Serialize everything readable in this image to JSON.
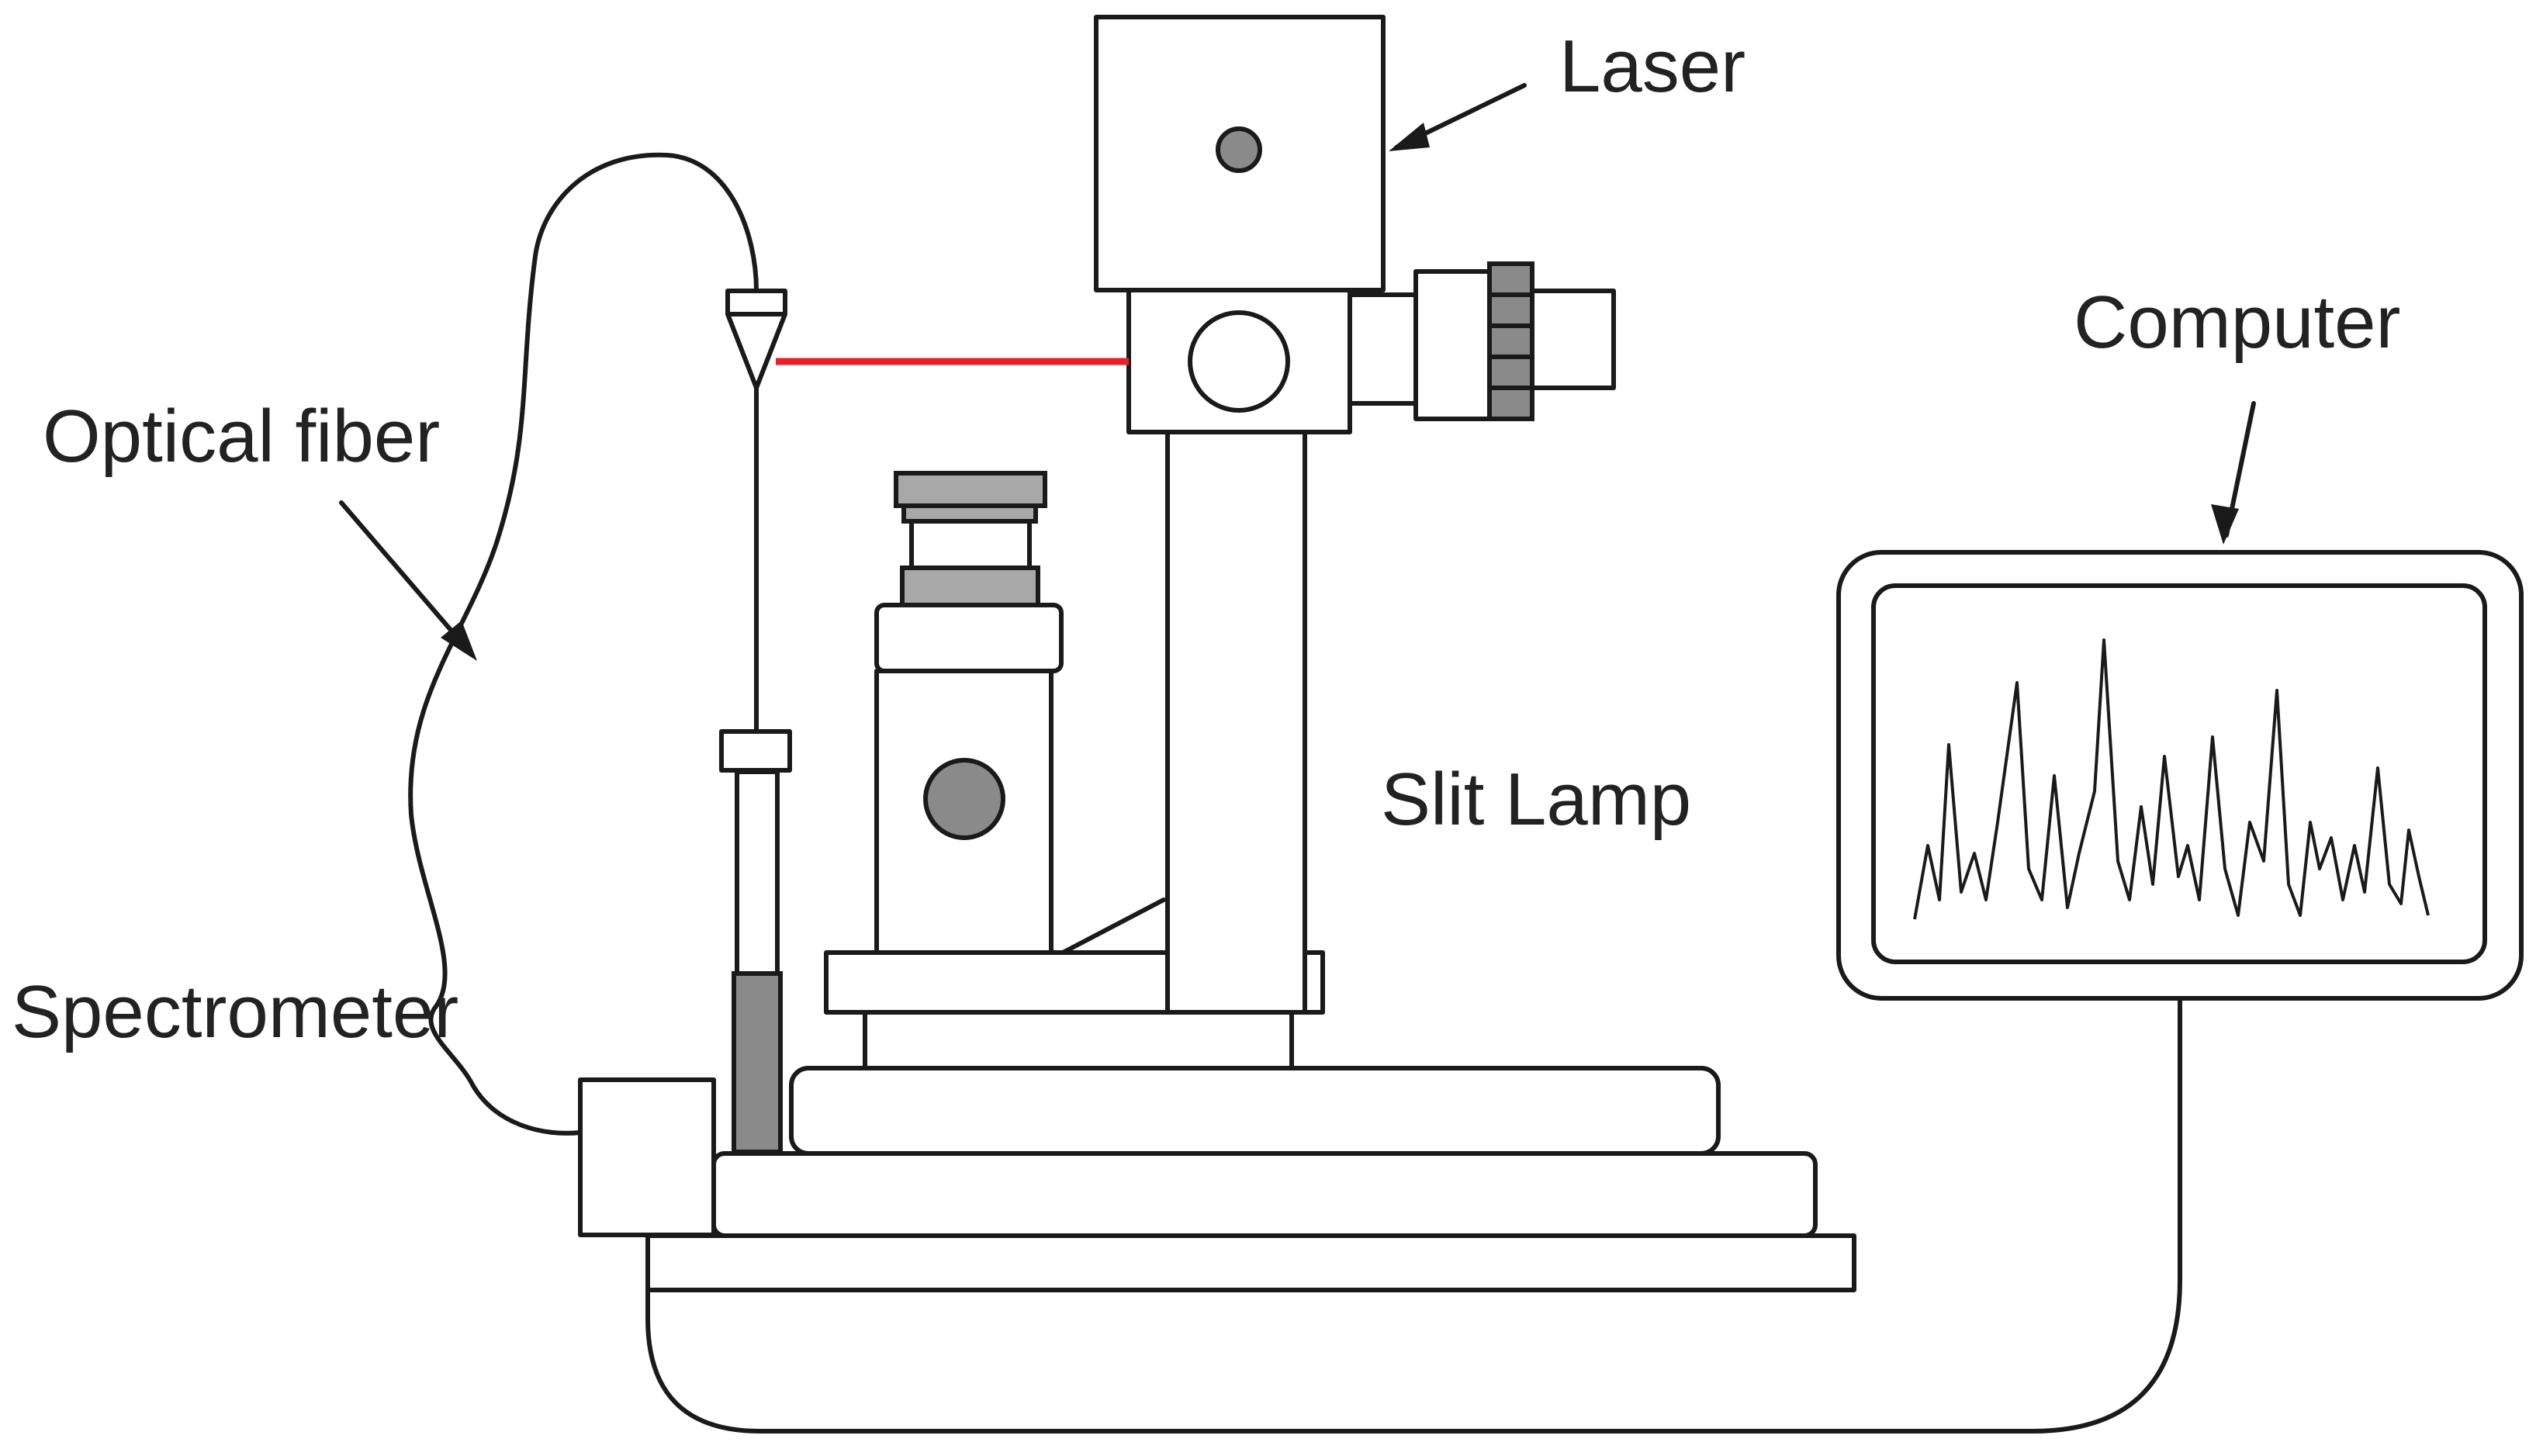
{
  "labels": {
    "laser": "Laser",
    "computer": "Computer",
    "optical_fiber": "Optical fiber",
    "slit_lamp": "Slit Lamp",
    "spectrometer": "Spectrometer"
  },
  "colors": {
    "beam": "#e5212b",
    "stroke": "#1a1a1a",
    "knob_fill": "#8a8a8a",
    "text": "#222222"
  },
  "icons": {
    "laser": "laser-unit-icon",
    "slit_lamp": "slit-lamp-icon",
    "computer": "monitor-icon",
    "spectrometer": "spectrometer-box-icon",
    "optical_fiber": "fiber-cable-icon"
  }
}
